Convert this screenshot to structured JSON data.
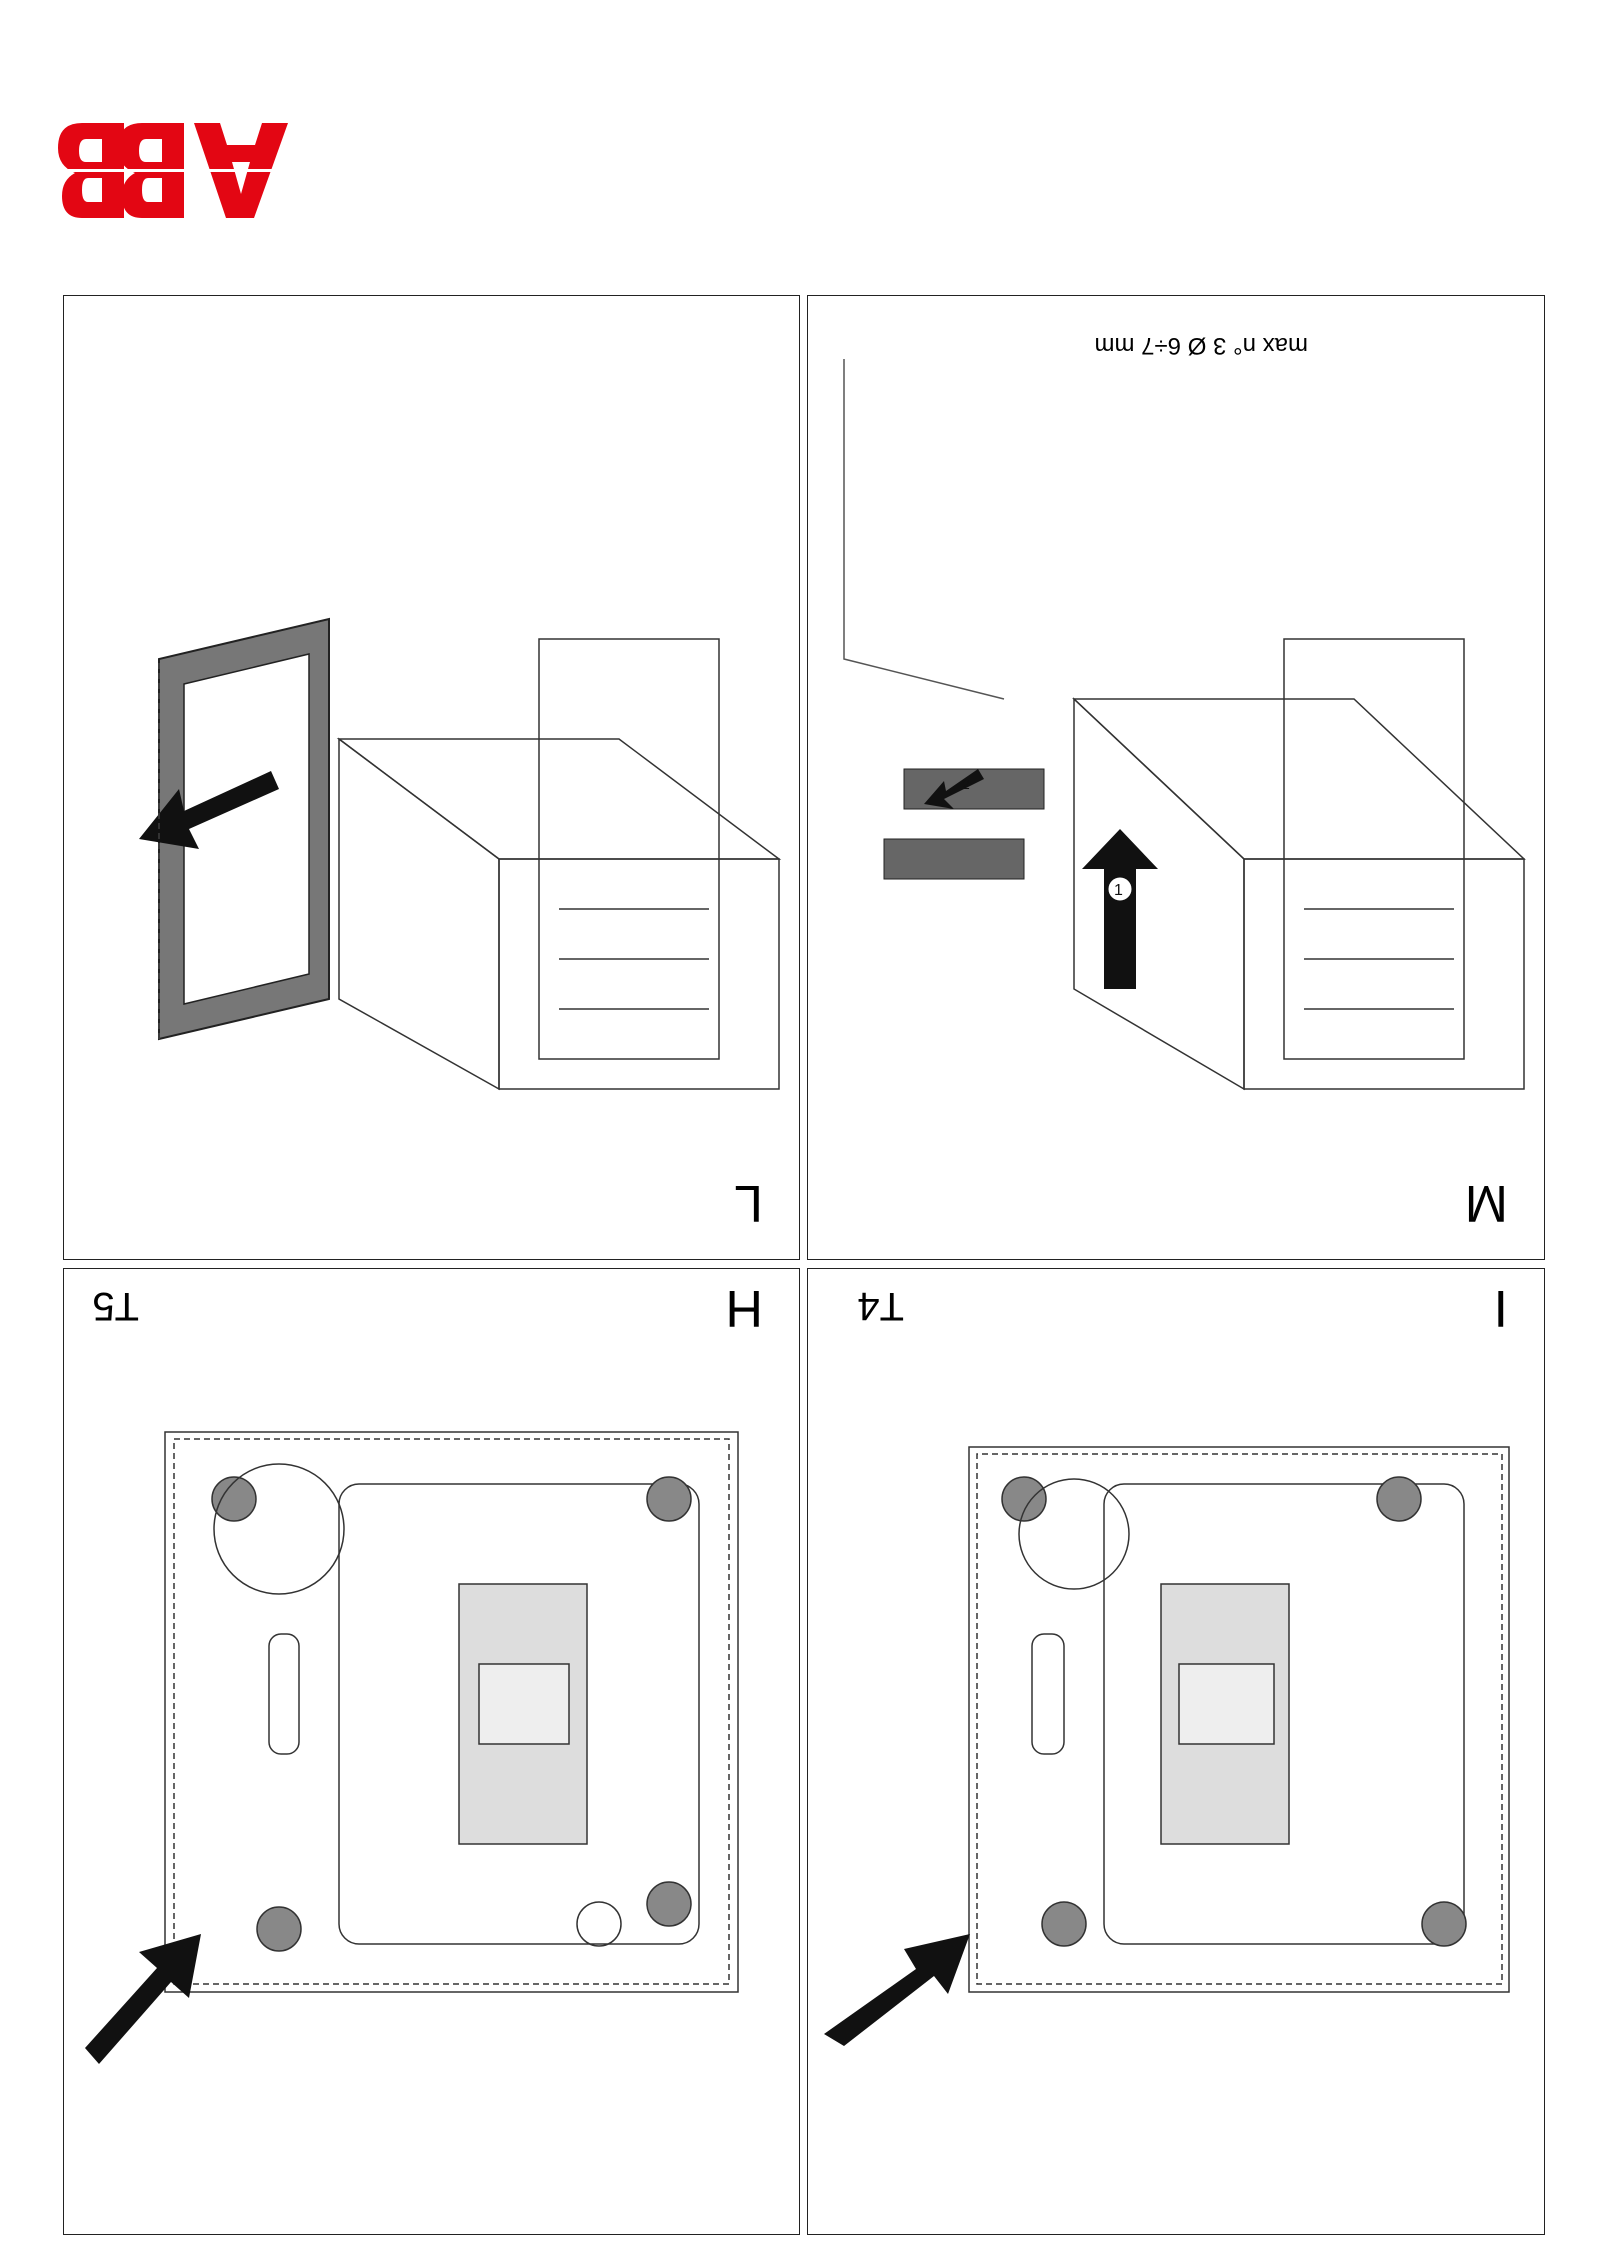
{
  "brand": {
    "logo_text": "ABB",
    "color": "#e30613"
  },
  "panels": [
    {
      "id": "H",
      "letter": "H",
      "model": "T5"
    },
    {
      "id": "I",
      "letter": "I",
      "model": "T4"
    },
    {
      "id": "L",
      "letter": "L"
    },
    {
      "id": "M",
      "letter": "M",
      "note": "max n° 3   Ø 6÷7 mm"
    }
  ],
  "step_markers": [
    "1",
    "2"
  ]
}
